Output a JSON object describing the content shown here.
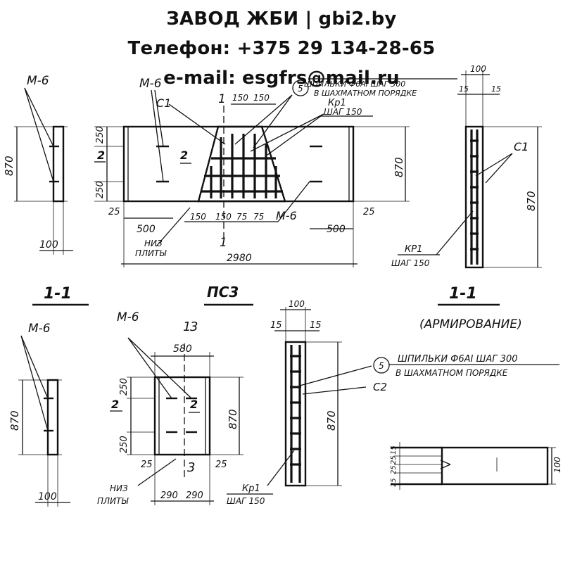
{
  "banner": {
    "line1": "ЗАВОД ЖБИ | gbi2.by",
    "line2": "Телефон: +375 29 134-28-65",
    "line3": "e-mail: esgfrs@mail.ru"
  },
  "top_left": {
    "mark": "М-6",
    "dim_height": "870",
    "dim_bottom": "100"
  },
  "top_center": {
    "mark_m6": "М-6",
    "mark_c1": "С1",
    "section_mark": "1",
    "section_mark_bottom": "1",
    "dim_150a": "150",
    "dim_150b": "150",
    "dim_250_top": "250",
    "dim_250_bot": "250",
    "dim_870": "870",
    "dim_25_left": "25",
    "dim_25_right": "25",
    "dim_500_left": "500",
    "dim_500_right": "500",
    "dim_150c": "150",
    "dim_150d": "150",
    "dim_75a": "75",
    "dim_75b": "75",
    "mark_m6_right": "М-6",
    "view_mark_left": "2",
    "view_mark_right": "2",
    "niz_line1": "НИЗ",
    "niz_line2": "ПЛИТЫ",
    "dim_2980": "2980",
    "pins_line1": "ШПИЛЬКИ Ф6АI ШАГ 300",
    "pins_line2": "В ШАХМАТНОМ ПОРЯДКЕ",
    "pins_num": "5",
    "kr1": "Кр1",
    "kr1_step": "ШАГ 150"
  },
  "top_right": {
    "dim_100": "100",
    "dim_15a": "15",
    "dim_15b": "15",
    "mark_c1": "С1",
    "dim_870": "870",
    "kr1": "КР1",
    "kr1_step": "ШАГ 150"
  },
  "bottom_left": {
    "title": "1-1",
    "mark": "М-6",
    "dim_height": "870",
    "dim_bottom": "100"
  },
  "bottom_center": {
    "title": "ПС3",
    "mark_m6": "М-6",
    "section_mark_top": "3",
    "section_mark_top_prefix": "1",
    "section_mark_bottom": "3",
    "dim_580": "580",
    "dim_250_top": "250",
    "dim_250_bot": "250",
    "dim_870": "870",
    "view_mark_left": "2",
    "view_mark_right": "2",
    "dim_25_left": "25",
    "dim_25_right": "25",
    "niz_line1": "НИЗ",
    "niz_line2": "ПЛИТЫ",
    "dim_290a": "290",
    "dim_290b": "290"
  },
  "bottom_mid": {
    "dim_100": "100",
    "dim_15a": "15",
    "dim_15b": "15",
    "dim_870": "870",
    "mark_c2": "С2",
    "kr1": "Кр1",
    "kr1_step": "ШАГ 150"
  },
  "bottom_right": {
    "title": "1-1",
    "subtitle": "(АРМИРОВАНИЕ)",
    "pins_num": "5",
    "pins_line1": "ШПИЛЬКИ Ф6АI ШАГ 300",
    "pins_line2": "В ШАХМАТНОМ ПОРЯДКЕ",
    "dim_100": "100",
    "dim_15": "15",
    "dim_25a": "25",
    "dim_25b": "25",
    "dim_25c": "25"
  }
}
